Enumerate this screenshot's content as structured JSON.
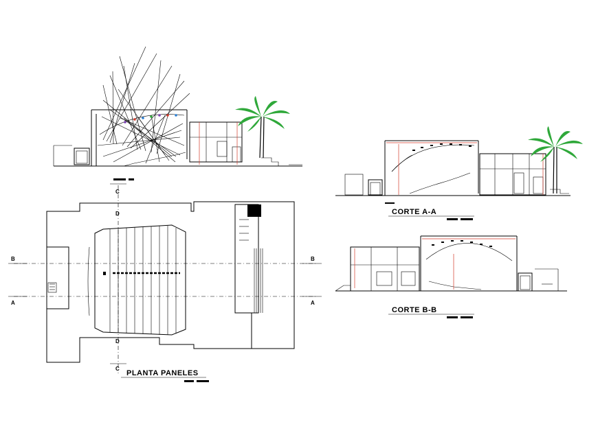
{
  "titles": {
    "corte_aa": "CORTE A-A",
    "corte_bb": "CORTE B-B",
    "planta": "PLANTA PANELES"
  },
  "section_marks": {
    "a": "A",
    "b": "B",
    "c": "C",
    "d": "D"
  },
  "colors": {
    "line": "#000000",
    "accent_red": "#d23a2a",
    "palm": "#2fa83a"
  }
}
